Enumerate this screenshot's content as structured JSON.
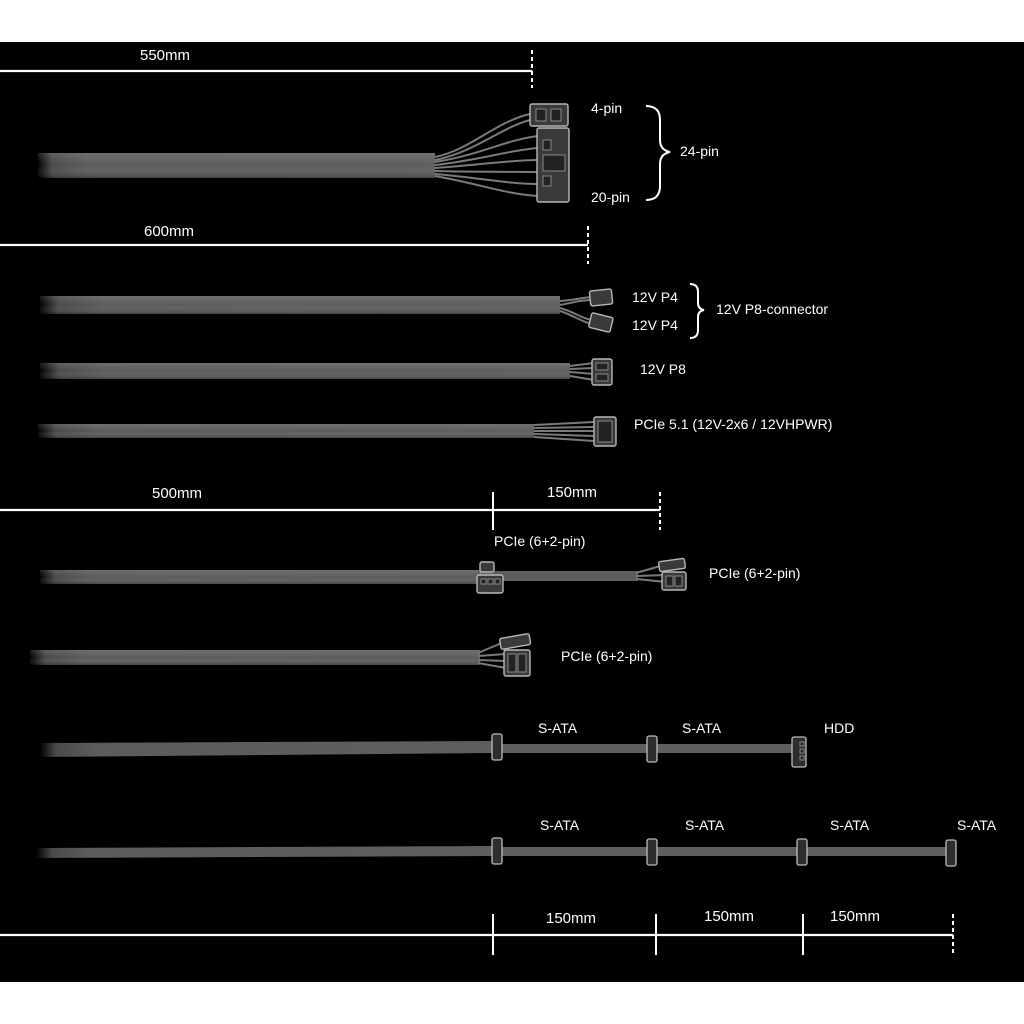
{
  "dimensions": {
    "top_550": "550mm",
    "top_600": "600mm",
    "pcie_500": "500mm",
    "pcie_150": "150mm",
    "bottom_150_a": "150mm",
    "bottom_150_b": "150mm",
    "bottom_150_c": "150mm"
  },
  "atx24": {
    "upper_label": "4-pin",
    "lower_label": "20-pin",
    "group_label": "24-pin"
  },
  "cpu_split": {
    "upper_label": "12V P4",
    "lower_label": "12V P4",
    "group_label": "12V P8-connector"
  },
  "cpu_p8": {
    "label": "12V P8"
  },
  "pcie51": {
    "label": "PCIe 5.1 (12V-2x6 / 12VHPWR)"
  },
  "pcie_dual": {
    "mid_label": "PCIe (6+2-pin)",
    "end_label": "PCIe (6+2-pin)"
  },
  "pcie_single": {
    "label": "PCIe (6+2-pin)"
  },
  "sata_hdd": {
    "labels": [
      "S-ATA",
      "S-ATA",
      "HDD"
    ]
  },
  "sata_quad": {
    "labels": [
      "S-ATA",
      "S-ATA",
      "S-ATA",
      "S-ATA"
    ]
  },
  "colors": {
    "background": "#000000",
    "cable": "#5a5a5a",
    "text": "#ffffff",
    "border": "#ffffff"
  }
}
